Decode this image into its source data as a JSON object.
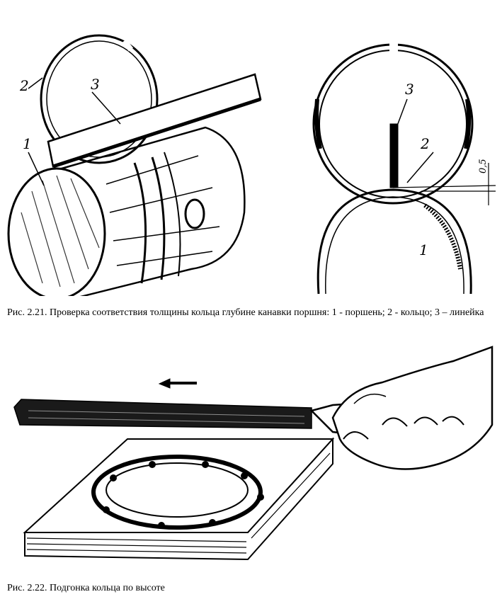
{
  "figure_221": {
    "caption": "Рис. 2.21. Проверка соответствия толщины кольца глубине канавки поршня: 1 - поршень; 2 - кольцо; 3 – линейка",
    "left_labels": {
      "piston": "1",
      "ring": "2",
      "ruler": "3"
    },
    "right_labels": {
      "piston": "1",
      "ring": "2",
      "ruler": "3",
      "gap": "0,5"
    }
  },
  "figure_222": {
    "caption": "Рис. 2.22. Подгонка кольца по высоте"
  }
}
